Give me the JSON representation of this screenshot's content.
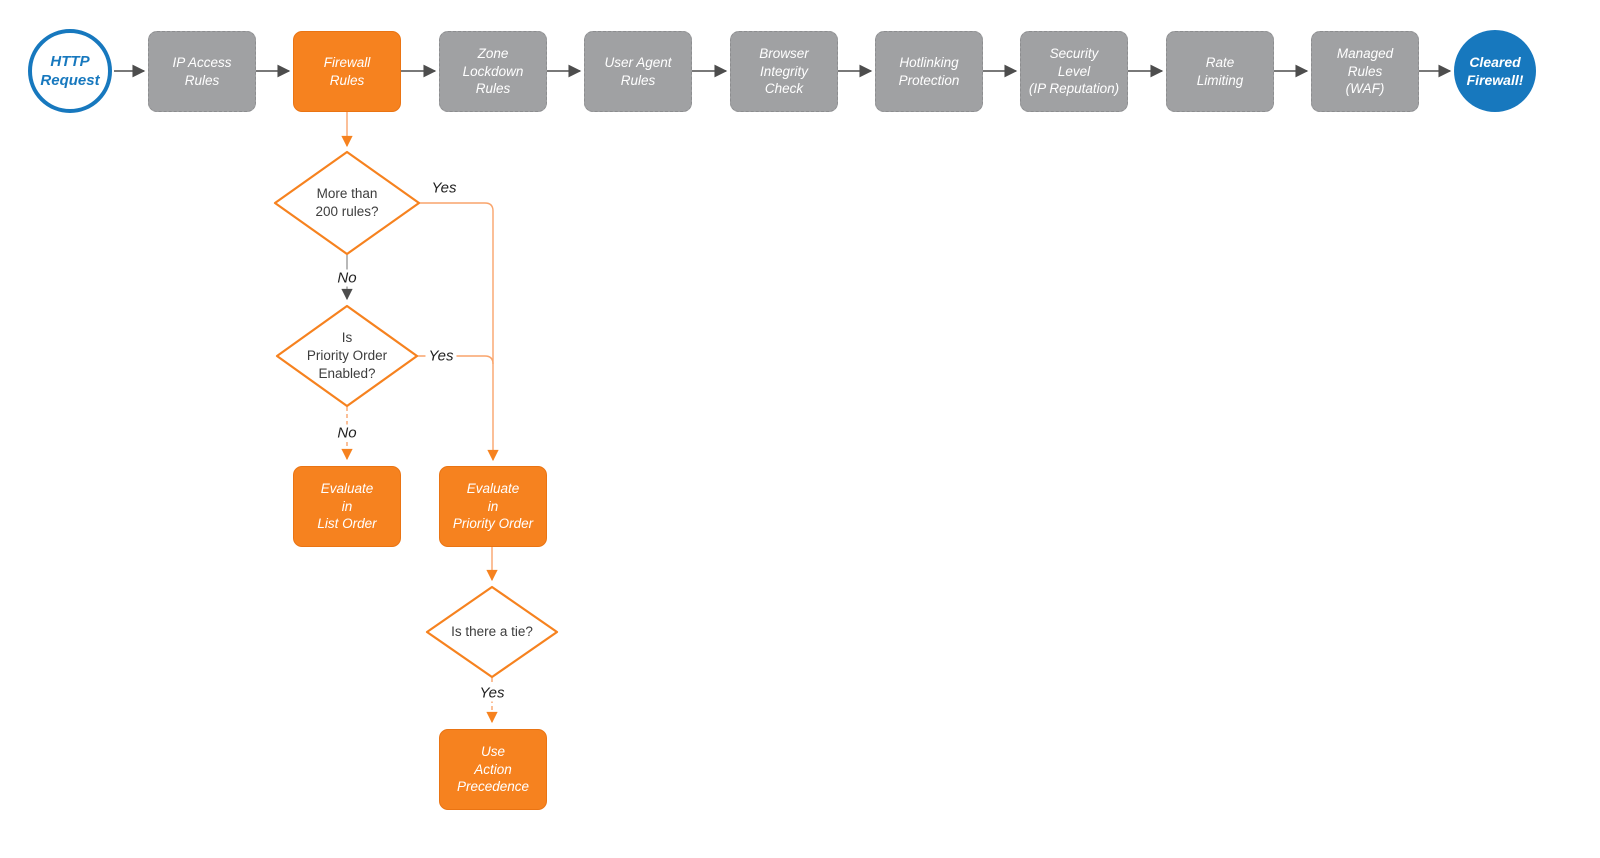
{
  "flow": {
    "start": {
      "label": "HTTP\nRequest"
    },
    "end": {
      "label": "Cleared\nFirewall!"
    },
    "pipeline": [
      {
        "label": "IP Access\nRules",
        "style": "gray"
      },
      {
        "label": "Firewall\nRules",
        "style": "orange"
      },
      {
        "label": "Zone\nLockdown\nRules",
        "style": "gray"
      },
      {
        "label": "User Agent\nRules",
        "style": "gray"
      },
      {
        "label": "Browser\nIntegrity\nCheck",
        "style": "gray"
      },
      {
        "label": "Hotlinking\nProtection",
        "style": "gray"
      },
      {
        "label": "Security\nLevel\n(IP Reputation)",
        "style": "gray"
      },
      {
        "label": "Rate\nLimiting",
        "style": "gray"
      },
      {
        "label": "Managed\nRules\n(WAF)",
        "style": "gray"
      }
    ],
    "decisions": [
      {
        "label": "More than\n200 rules?"
      },
      {
        "label": "Is\nPriority Order\nEnabled?"
      },
      {
        "label": "Is there a tie?"
      }
    ],
    "actions": [
      {
        "label": "Evaluate\nin\nList Order"
      },
      {
        "label": "Evaluate\nin\nPriority Order"
      },
      {
        "label": "Use\nAction\nPrecedence"
      }
    ],
    "edge_labels": {
      "d1_yes": "Yes",
      "d1_no": "No",
      "d2_yes": "Yes",
      "d2_no": "No",
      "d3_yes": "Yes"
    }
  },
  "colors": {
    "accent_orange": "#F6821F",
    "wire_orange": "#F9A46B",
    "node_gray": "#A0A1A3",
    "wire_gray": "#4D4D4D",
    "wire_gray_thin": "#9A9A9A",
    "brand_blue": "#1778BE"
  }
}
